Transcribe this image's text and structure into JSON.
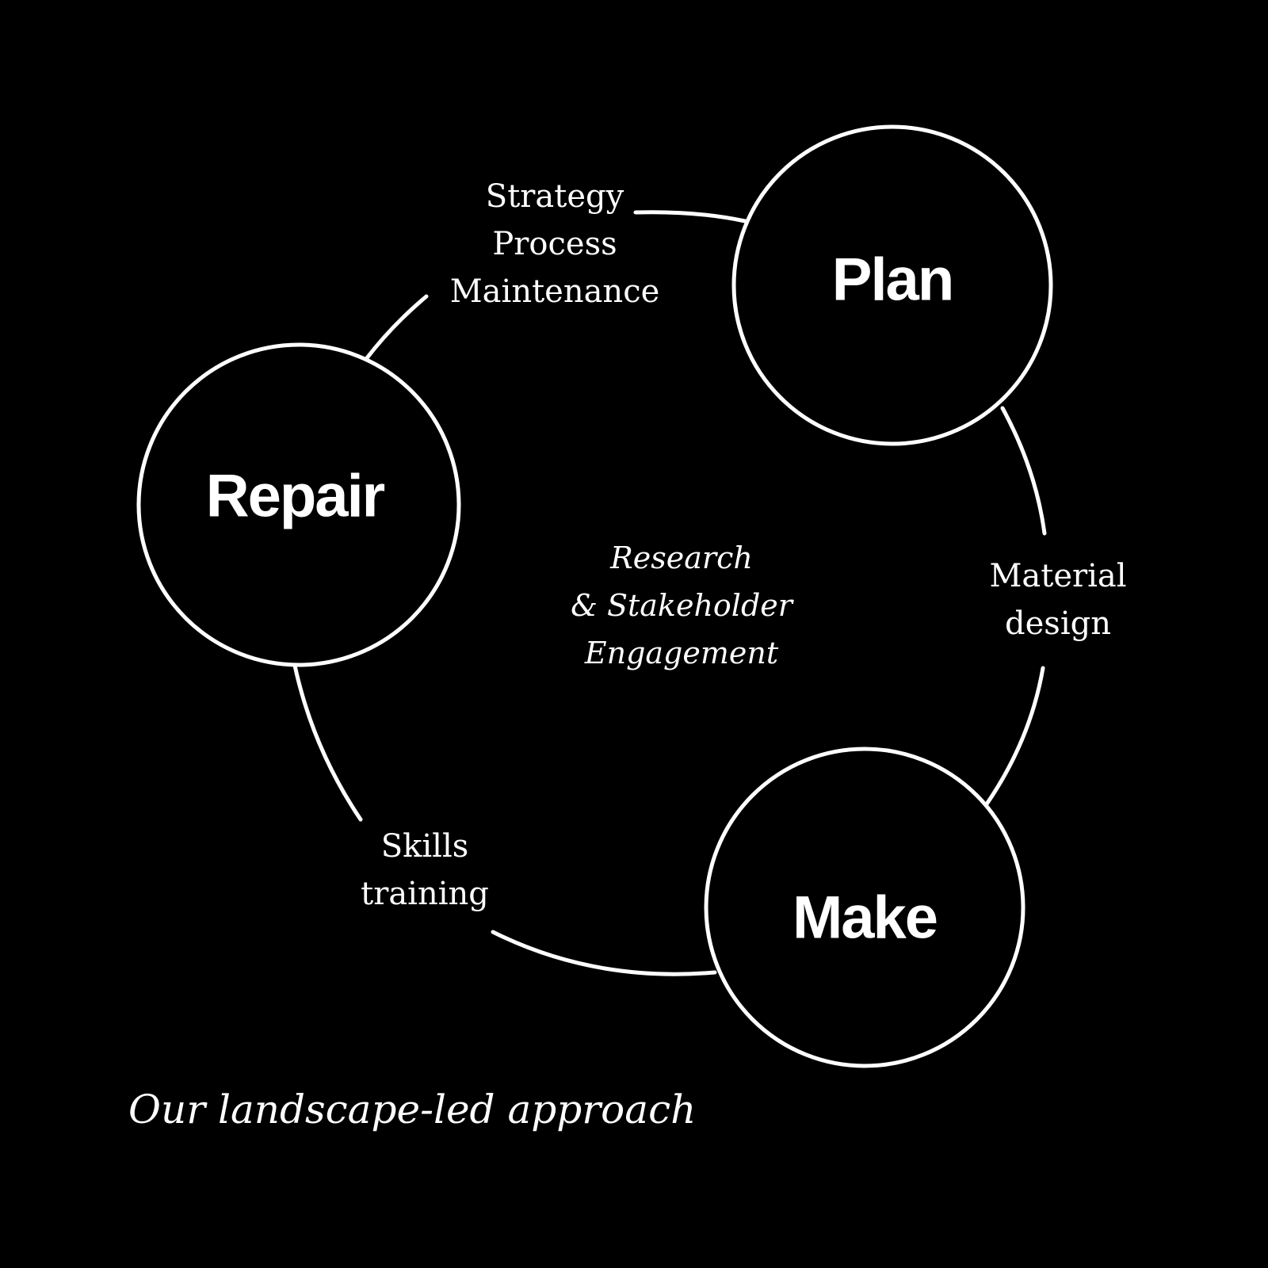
{
  "colors": {
    "background": "#000000",
    "foreground": "#ffffff"
  },
  "stages": [
    {
      "id": "plan",
      "label": "Plan"
    },
    {
      "id": "make",
      "label": "Make"
    },
    {
      "id": "repair",
      "label": "Repair"
    }
  ],
  "links": {
    "repair_plan": [
      "Strategy",
      "Process",
      "Maintenance"
    ],
    "plan_make": [
      "Material",
      "design"
    ],
    "make_repair": [
      "Skills",
      "training"
    ]
  },
  "center": [
    "Research",
    "& Stakeholder",
    "Engagement"
  ],
  "caption": "Our landscape-led approach"
}
